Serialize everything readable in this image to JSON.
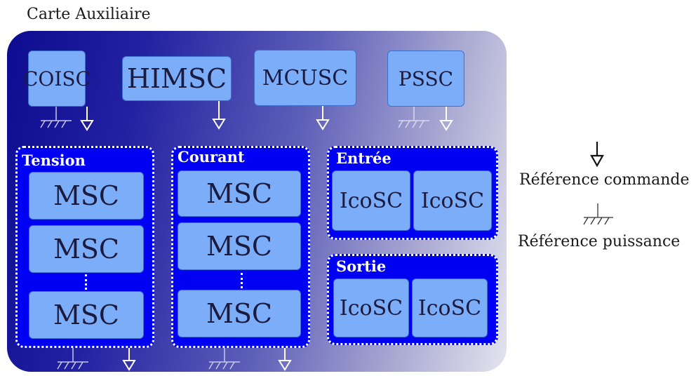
{
  "title": "Carte Auxiliaire",
  "top_modules": [
    "COISC",
    "HIMSC",
    "MCUSC",
    "PSSC"
  ],
  "groups": {
    "tension": {
      "label": "Tension",
      "modules": [
        "MSC",
        "MSC",
        "MSC"
      ]
    },
    "courant": {
      "label": "Courant",
      "modules": [
        "MSC",
        "MSC",
        "MSC"
      ]
    },
    "entree": {
      "label": "Entrée",
      "modules": [
        "IcoSC",
        "IcoSC"
      ]
    },
    "sortie": {
      "label": "Sortie",
      "modules": [
        "IcoSC",
        "IcoSC"
      ]
    }
  },
  "legend": {
    "command_ref": "Référence commande",
    "power_ref": "Référence puissance"
  },
  "colors": {
    "board_dark": "#0d0b8f",
    "board_light": "#e4e4ef",
    "module_fill": "#7cadf9",
    "group_fill": "#0000f2"
  }
}
